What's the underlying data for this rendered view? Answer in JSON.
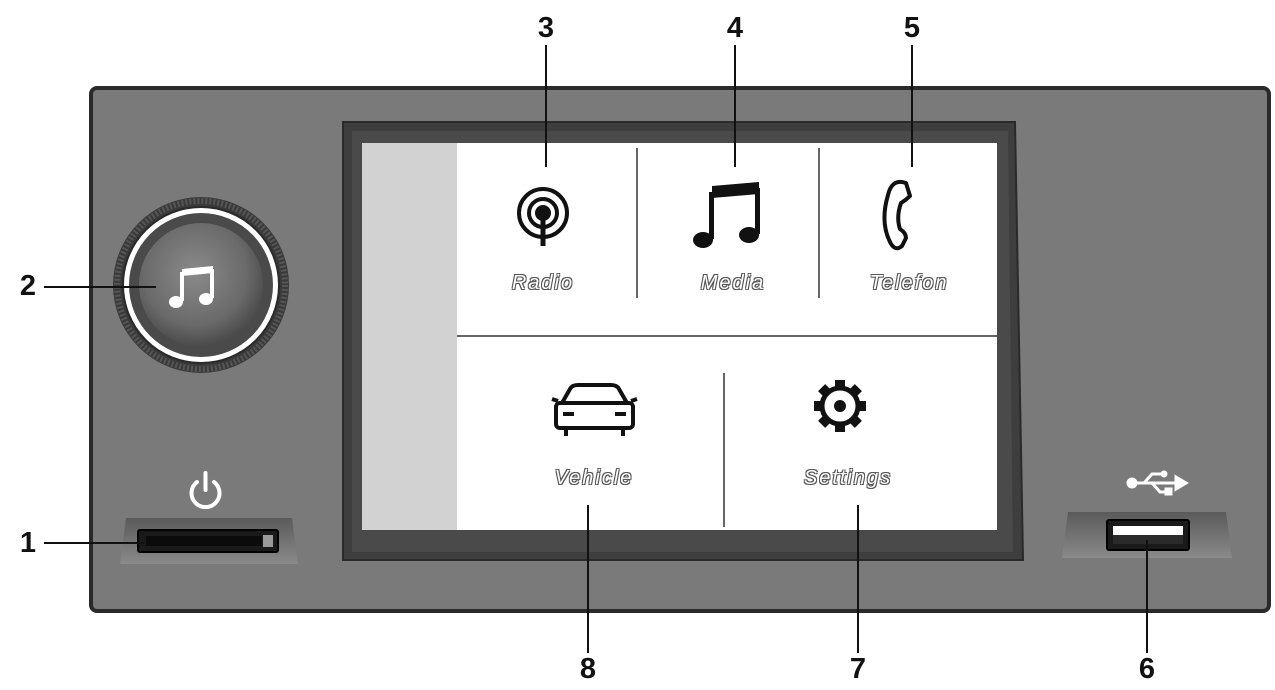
{
  "screen": {
    "tiles": [
      {
        "id": "radio",
        "label": "Radio",
        "icon": "radio-broadcast-icon"
      },
      {
        "id": "media",
        "label": "Media",
        "icon": "music-note-icon"
      },
      {
        "id": "phone",
        "label": "Telefon",
        "icon": "phone-handset-icon"
      },
      {
        "id": "vehicle",
        "label": "Vehicle",
        "icon": "car-icon"
      },
      {
        "id": "settings",
        "label": "Settings",
        "icon": "gear-icon"
      }
    ]
  },
  "controls": {
    "knob_icon": "music-note-icon",
    "power_icon": "power-icon",
    "usb_icon": "usb-icon"
  },
  "callouts": {
    "power_slot": "1",
    "knob": "2",
    "radio": "3",
    "media": "4",
    "phone": "5",
    "usb": "6",
    "settings": "7",
    "vehicle": "8"
  },
  "colors": {
    "panel": "#7a7a7a",
    "bezel": "#3e3e3e",
    "screen": "#ffffff",
    "screen_strip": "#d2d2d2",
    "knob": "#6d6d6d"
  }
}
